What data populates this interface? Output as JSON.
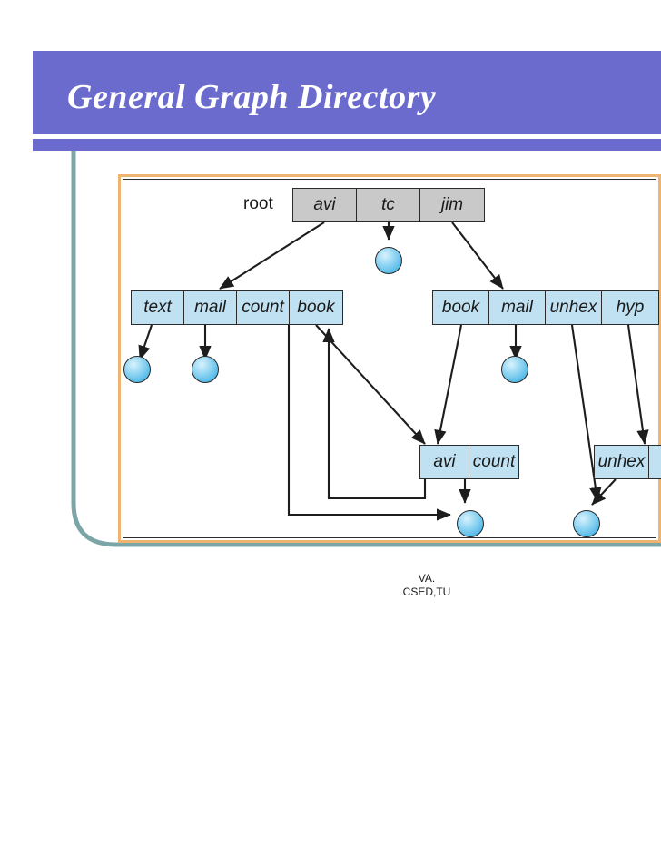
{
  "slide": {
    "title": "General Graph Directory",
    "banner_color": "#6b6bce",
    "accent_color": "#7ba5a6",
    "frame_color": "#eeb471"
  },
  "diagram": {
    "root_label": "root",
    "rows": {
      "root": {
        "name": "root-row",
        "style": "gray",
        "cells": [
          "avi",
          "tc",
          "jim"
        ]
      },
      "left": {
        "name": "avi-children",
        "style": "blue",
        "cells": [
          "text",
          "mail",
          "count",
          "book"
        ]
      },
      "right": {
        "name": "jim-children",
        "style": "blue",
        "cells": [
          "book",
          "mail",
          "unhex",
          "hyp"
        ]
      },
      "avi": {
        "name": "shared-avi-count",
        "style": "blue",
        "cells": [
          "avi",
          "count"
        ]
      },
      "unhex": {
        "name": "shared-unhex",
        "style": "blue",
        "cells": [
          "unhex",
          ""
        ]
      }
    },
    "node_colors": {
      "box_blue": "#bfe1f2",
      "box_gray": "#c9c9c9",
      "circle": "#7fcdf0",
      "stroke": "#2b2b2b"
    }
  },
  "caption": {
    "line1": "VA.",
    "line2": "CSED,TU"
  }
}
